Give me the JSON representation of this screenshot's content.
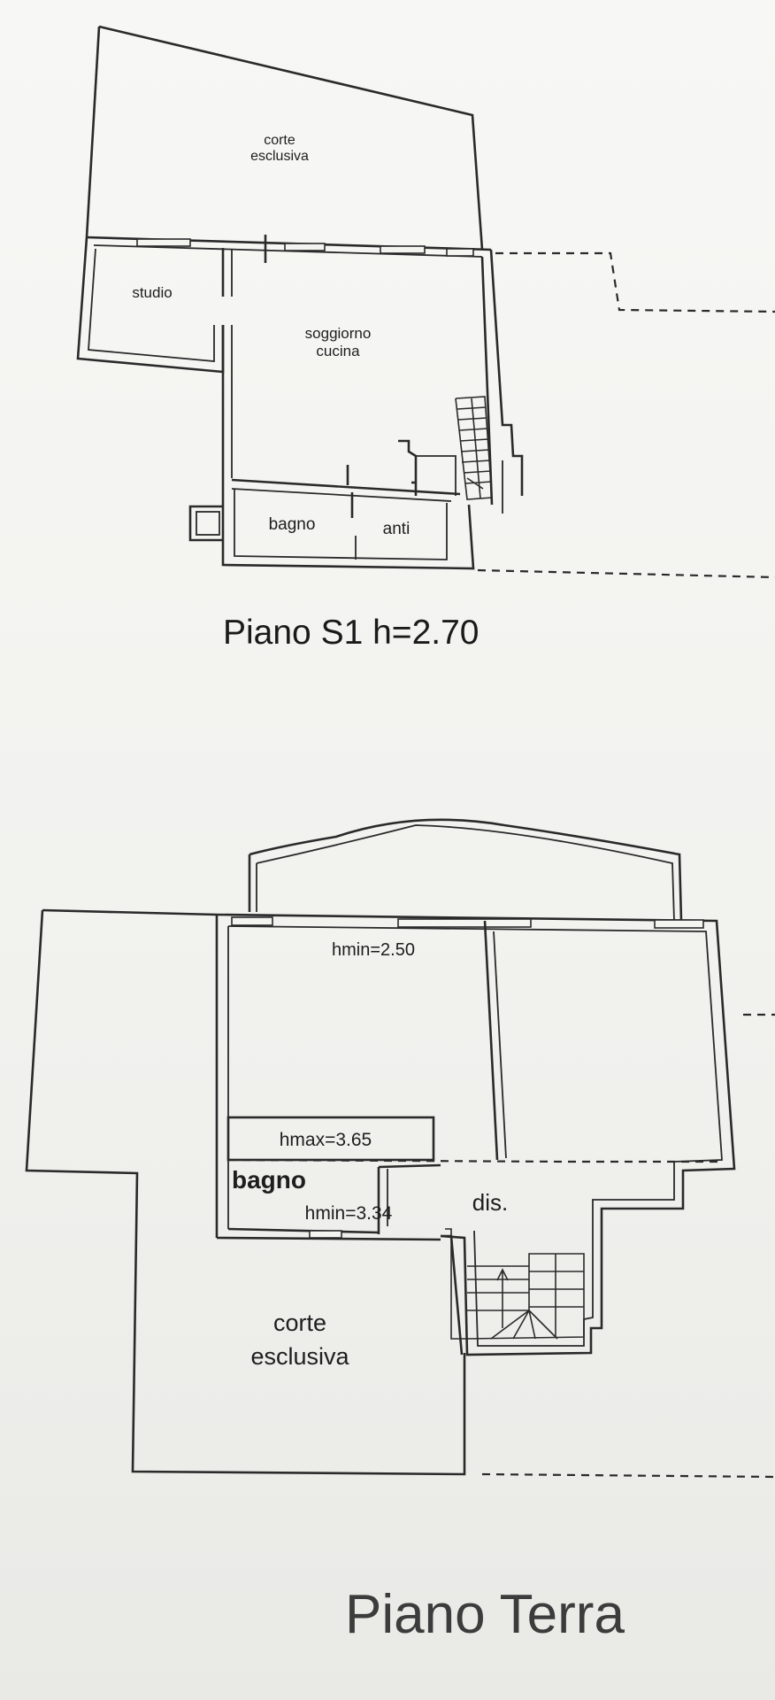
{
  "floor_s1": {
    "title": "Piano S1 h=2.70",
    "rooms": {
      "corte_line1": "corte",
      "corte_line2": "esclusiva",
      "studio": "studio",
      "soggiorno_line1": "soggiorno",
      "soggiorno_line2": "cucina",
      "bagno": "bagno",
      "anti": "anti"
    }
  },
  "floor_terra": {
    "title": "Piano Terra",
    "labels": {
      "hmin_top": "hmin=2.50",
      "hmax": "hmax=3.65",
      "bagno": "bagno",
      "hmin_bagno": "hmin=3.34",
      "dis": "dis.",
      "corte_line1": "corte",
      "corte_line2": "esclusiva"
    }
  }
}
